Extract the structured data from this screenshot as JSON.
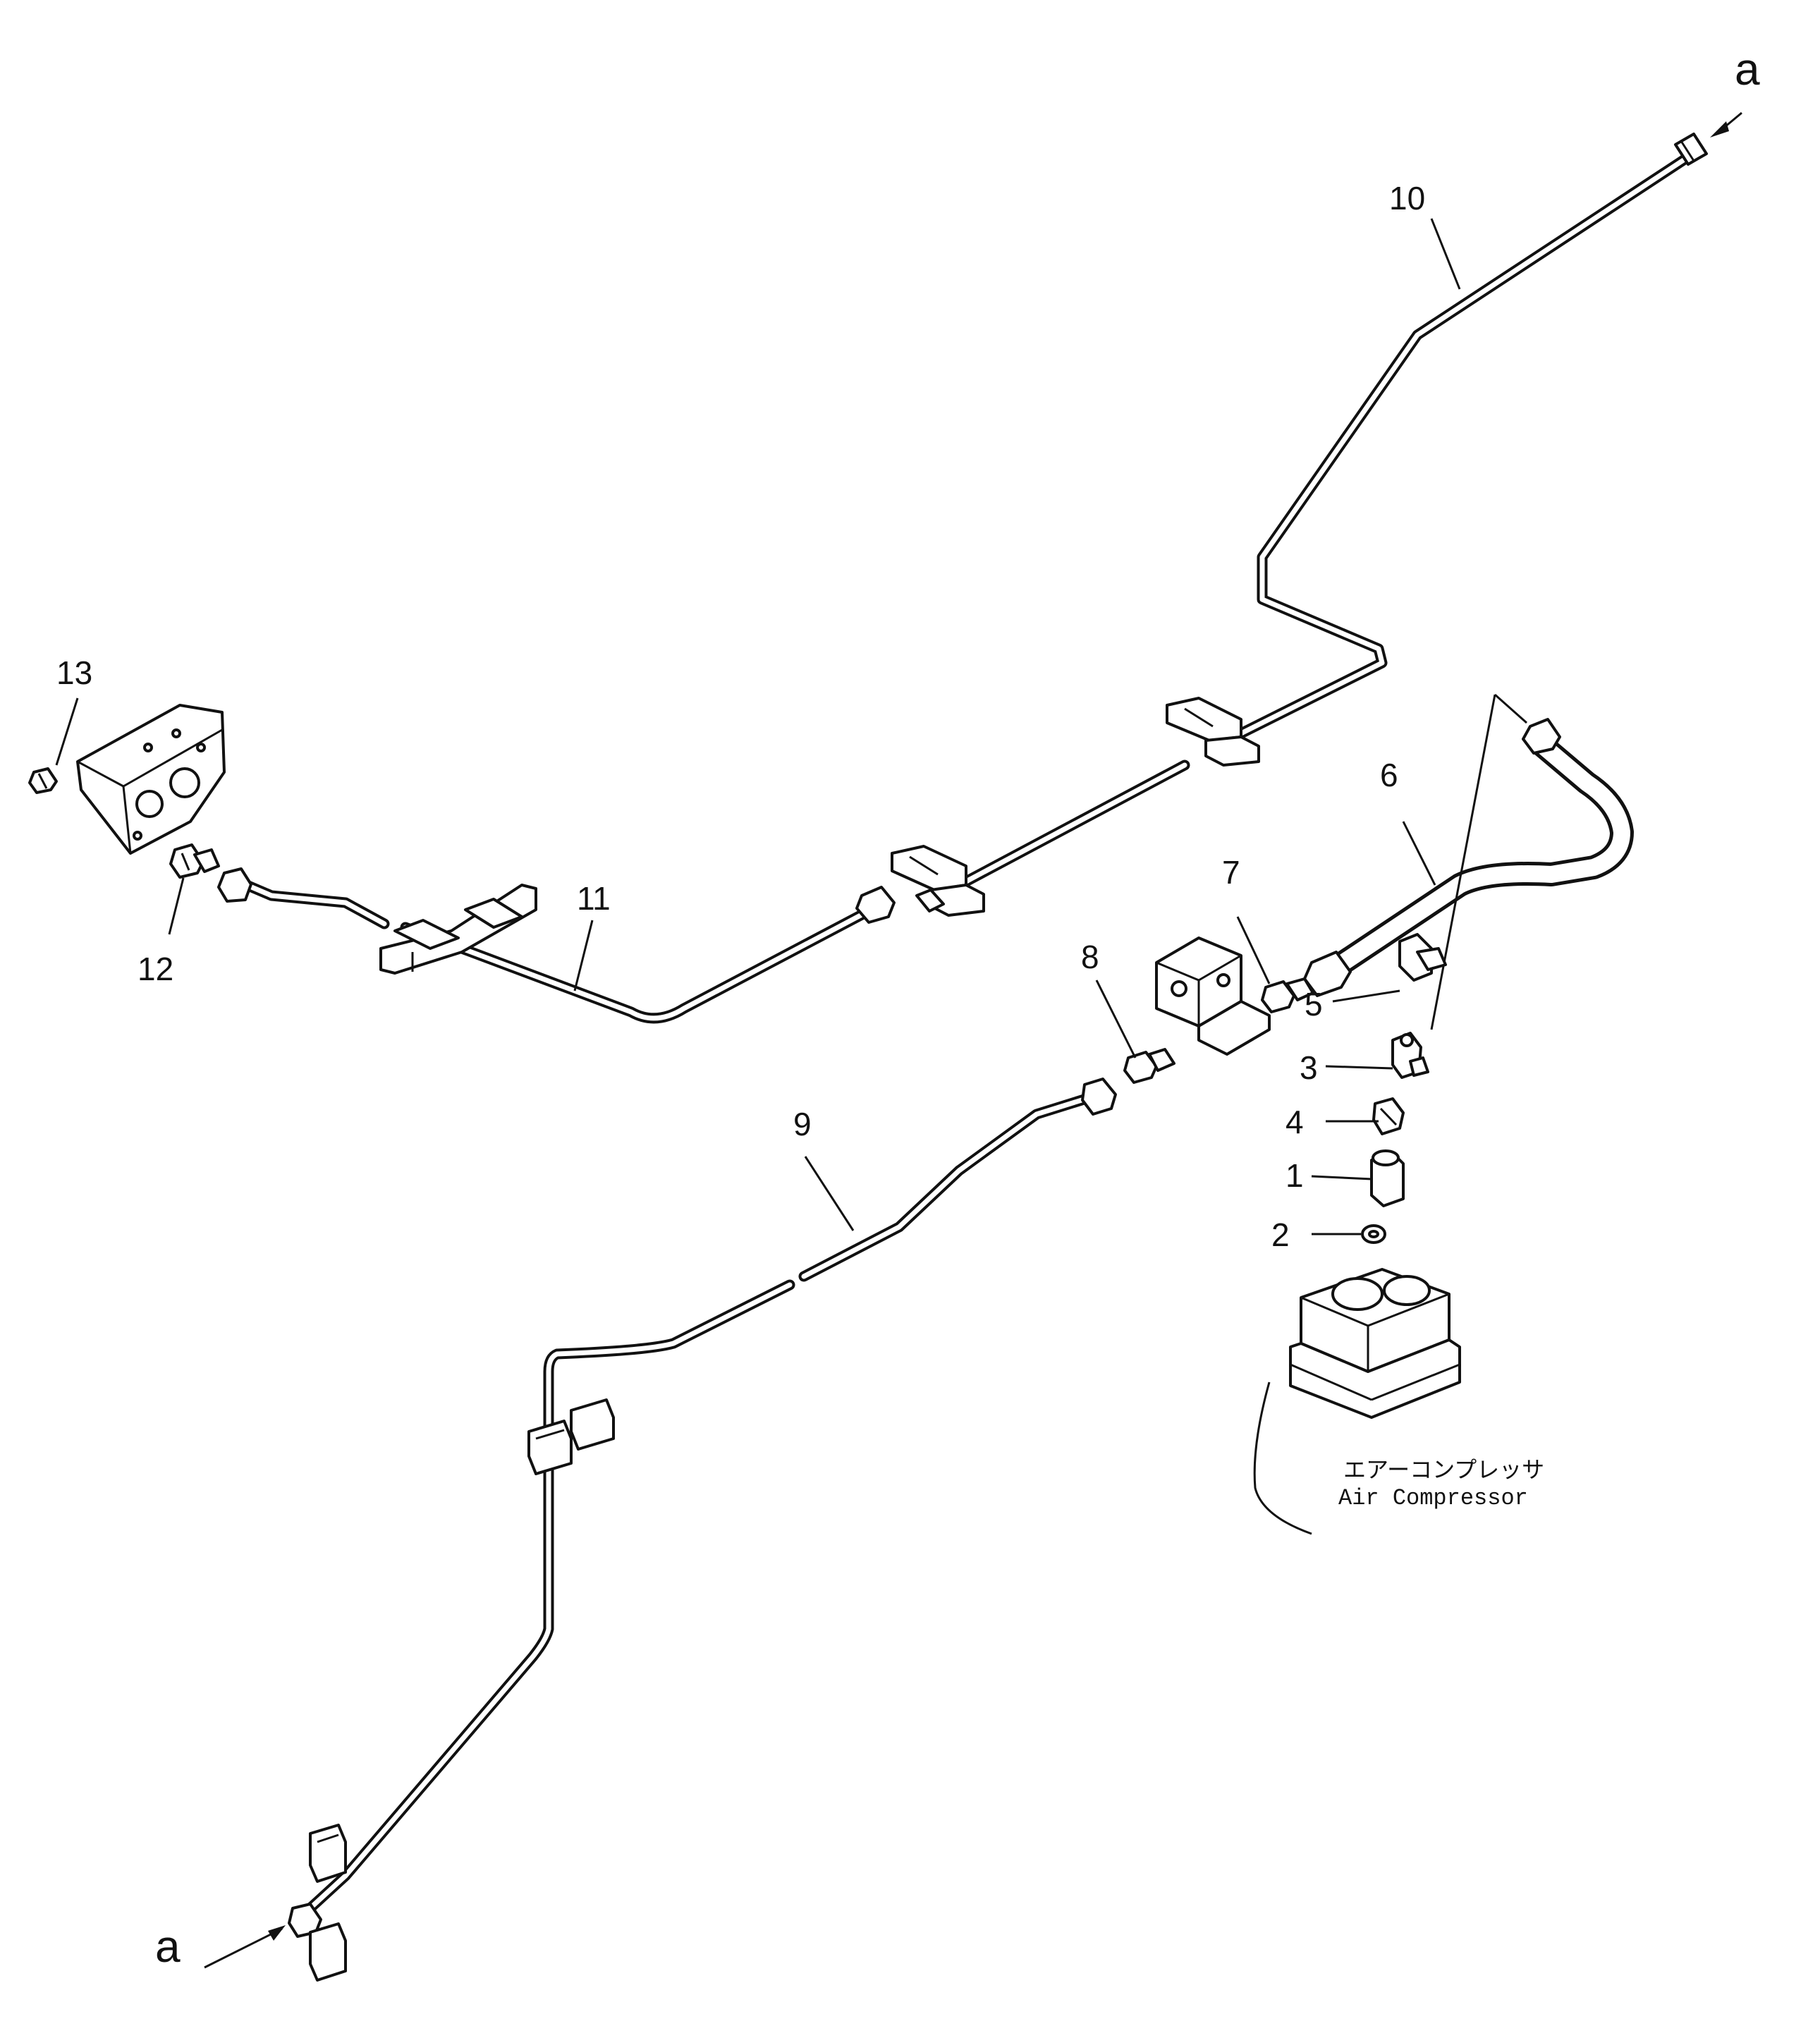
{
  "callouts": {
    "n1": "1",
    "n2": "2",
    "n3": "3",
    "n4": "4",
    "n5": "5",
    "n6": "6",
    "n7": "7",
    "n8": "8",
    "n9": "9",
    "n10": "10",
    "n11": "11",
    "n12": "12",
    "n13": "13"
  },
  "connection_marks": {
    "top": "a",
    "bottom": "a"
  },
  "caption": {
    "japanese": "エアーコンプレッサ",
    "english": "Air  Compressor"
  }
}
